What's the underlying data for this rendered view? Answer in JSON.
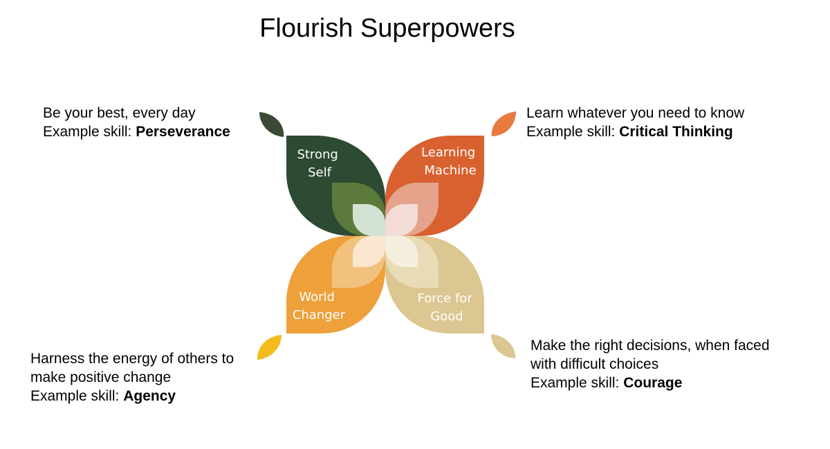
{
  "title": "Flourish Superpowers",
  "example_prefix": "Example skill: ",
  "petals": [
    {
      "id": "strong-self",
      "lines": [
        "Strong",
        "Self"
      ],
      "color": "#2d4a33"
    },
    {
      "id": "learning-machine",
      "lines": [
        "Learning",
        "Machine"
      ],
      "color": "#d8612f"
    },
    {
      "id": "world-changer",
      "lines": [
        "World",
        "Changer"
      ],
      "color": "#eea03a"
    },
    {
      "id": "force-for-good",
      "lines": [
        "Force for",
        "Good"
      ],
      "color": "#dcc691"
    }
  ],
  "callouts": [
    {
      "id": "top-left",
      "lines": [
        "Be your best, every day"
      ],
      "skill": "Perseverance",
      "leaf_color": "#3a4a35"
    },
    {
      "id": "top-right",
      "lines": [
        "Learn whatever you need to know"
      ],
      "skill": "Critical Thinking",
      "leaf_color": "#e77a3e"
    },
    {
      "id": "bottom-left",
      "lines": [
        "Harness the energy of others to",
        "make positive change"
      ],
      "skill": "Agency",
      "leaf_color": "#f2bd1c"
    },
    {
      "id": "bottom-right",
      "lines": [
        "Make the right decisions, when faced",
        "with difficult choices"
      ],
      "skill": "Courage",
      "leaf_color": "#dcc691"
    }
  ]
}
